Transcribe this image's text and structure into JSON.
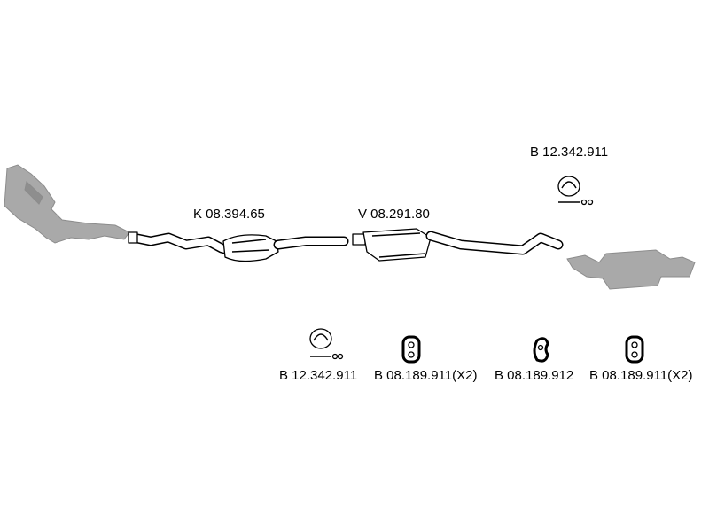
{
  "parts": {
    "catalyst": "K 08.394.65",
    "middle_silencer": "V 08.291.80",
    "clamp_top": "B 12.342.911",
    "clamp_bottom": "B 12.342.911",
    "hanger_1": "B 08.189.911(X2)",
    "hanger_2": "B 08.189.912",
    "hanger_3": "B 08.189.911(X2)"
  },
  "colors": {
    "original_parts": "#a9a9a9",
    "lines": "#000000"
  }
}
